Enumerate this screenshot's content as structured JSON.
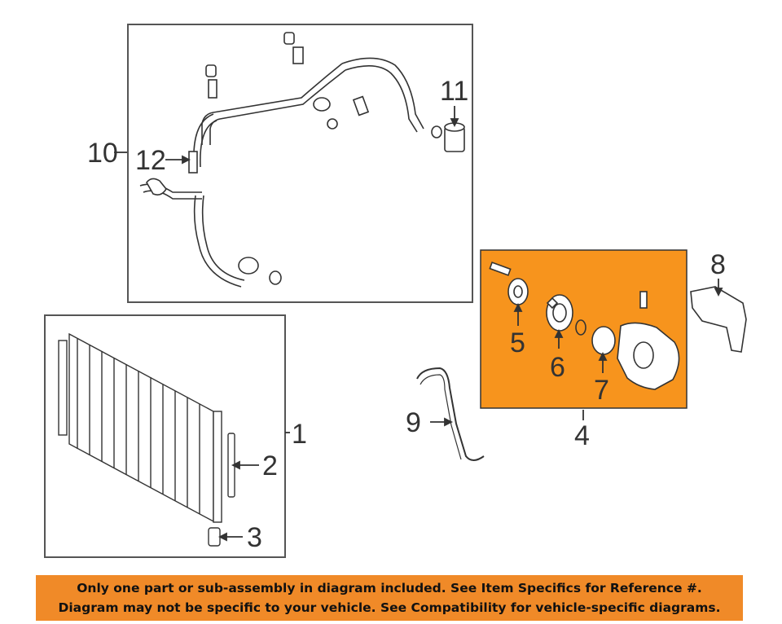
{
  "colors": {
    "highlight": "#f7941d",
    "footer_bg": "#f08a28",
    "line": "#333333",
    "frame": "#555555"
  },
  "callouts": {
    "c1": "1",
    "c2": "2",
    "c3": "3",
    "c4": "4",
    "c5": "5",
    "c6": "6",
    "c7": "7",
    "c8": "8",
    "c9": "9",
    "c10": "10",
    "c11": "11",
    "c12": "12"
  },
  "footer": {
    "line1": "Only one part or sub-assembly in diagram included. See Item Specifics for Reference #.",
    "line2": "Diagram may not be specific to your vehicle. See Compatibility for vehicle-specific diagrams."
  }
}
